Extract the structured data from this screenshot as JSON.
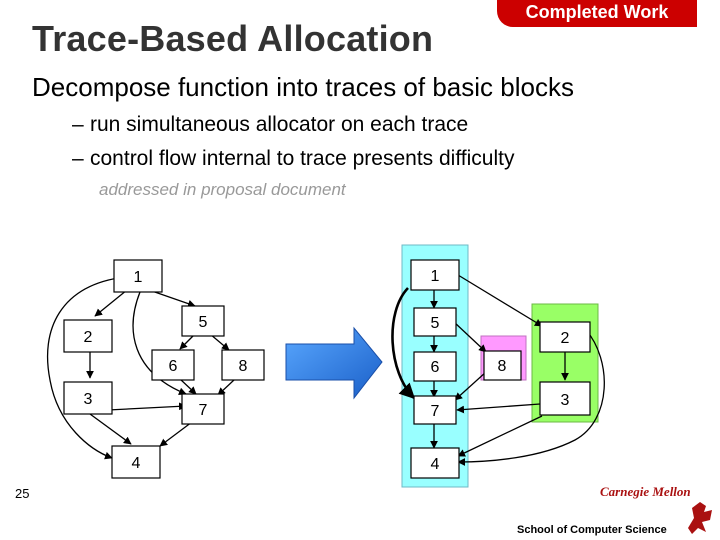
{
  "title": "Trace-Based Allocation",
  "tab": "Completed Work",
  "bullet": "Decompose function into traces of basic blocks",
  "subbullets": [
    "run simultaneous allocator on each trace",
    "control flow internal to trace presents difficulty"
  ],
  "note": "addressed in proposal document",
  "left_graph": {
    "blocks": [
      "1",
      "2",
      "5",
      "6",
      "8",
      "3",
      "7",
      "4"
    ]
  },
  "right_graph": {
    "trace_a": [
      "1",
      "5",
      "6",
      "7",
      "4"
    ],
    "trace_b": [
      "8"
    ],
    "trace_c": [
      "2",
      "3"
    ]
  },
  "colors": {
    "tab": "#cc0000",
    "arrow": "#2a7fe0",
    "trace_a": "#99ffff",
    "trace_b": "#ff99ff",
    "trace_c": "#99ff66"
  },
  "footer": {
    "page_number": "25",
    "logo_text": "Carnegie Mellon",
    "school": "School of Computer Science"
  }
}
